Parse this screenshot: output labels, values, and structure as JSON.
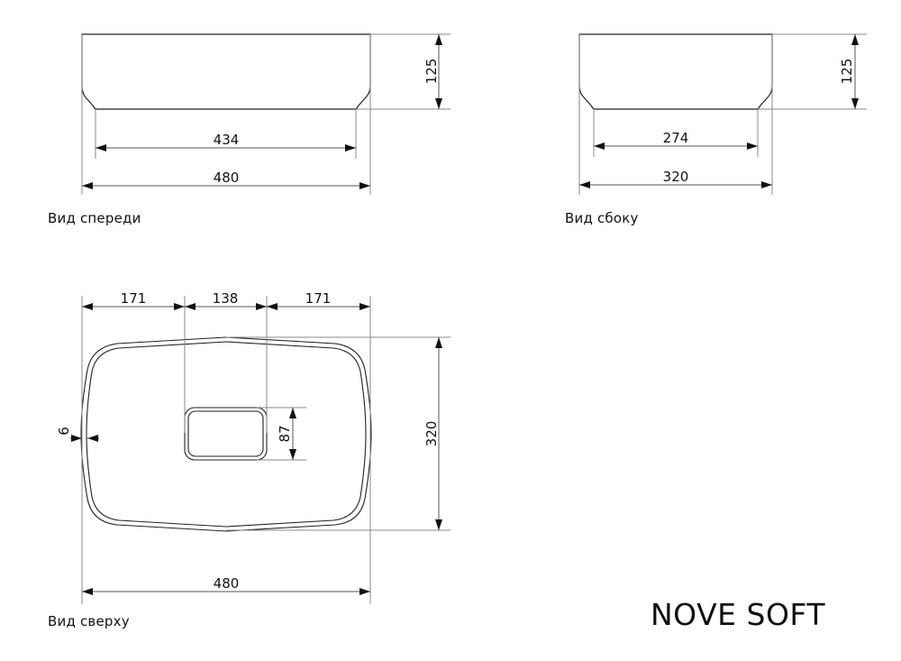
{
  "product": {
    "name": "NOVE SOFT"
  },
  "views": {
    "front": {
      "label": "Вид спереди",
      "dims": {
        "height": "125",
        "bottom_width": "434",
        "top_width": "480"
      }
    },
    "side": {
      "label": "Вид сбоку",
      "dims": {
        "height": "125",
        "bottom_width": "274",
        "top_width": "320"
      }
    },
    "top": {
      "label": "Вид сверху",
      "dims": {
        "left_offset": "171",
        "drain_width": "138",
        "right_offset": "171",
        "depth": "320",
        "drain_height": "87",
        "rim_thickness": "6",
        "overall_width": "480"
      }
    }
  },
  "colors": {
    "line": "#222222",
    "dim_line": "#777777",
    "background": "#ffffff"
  }
}
